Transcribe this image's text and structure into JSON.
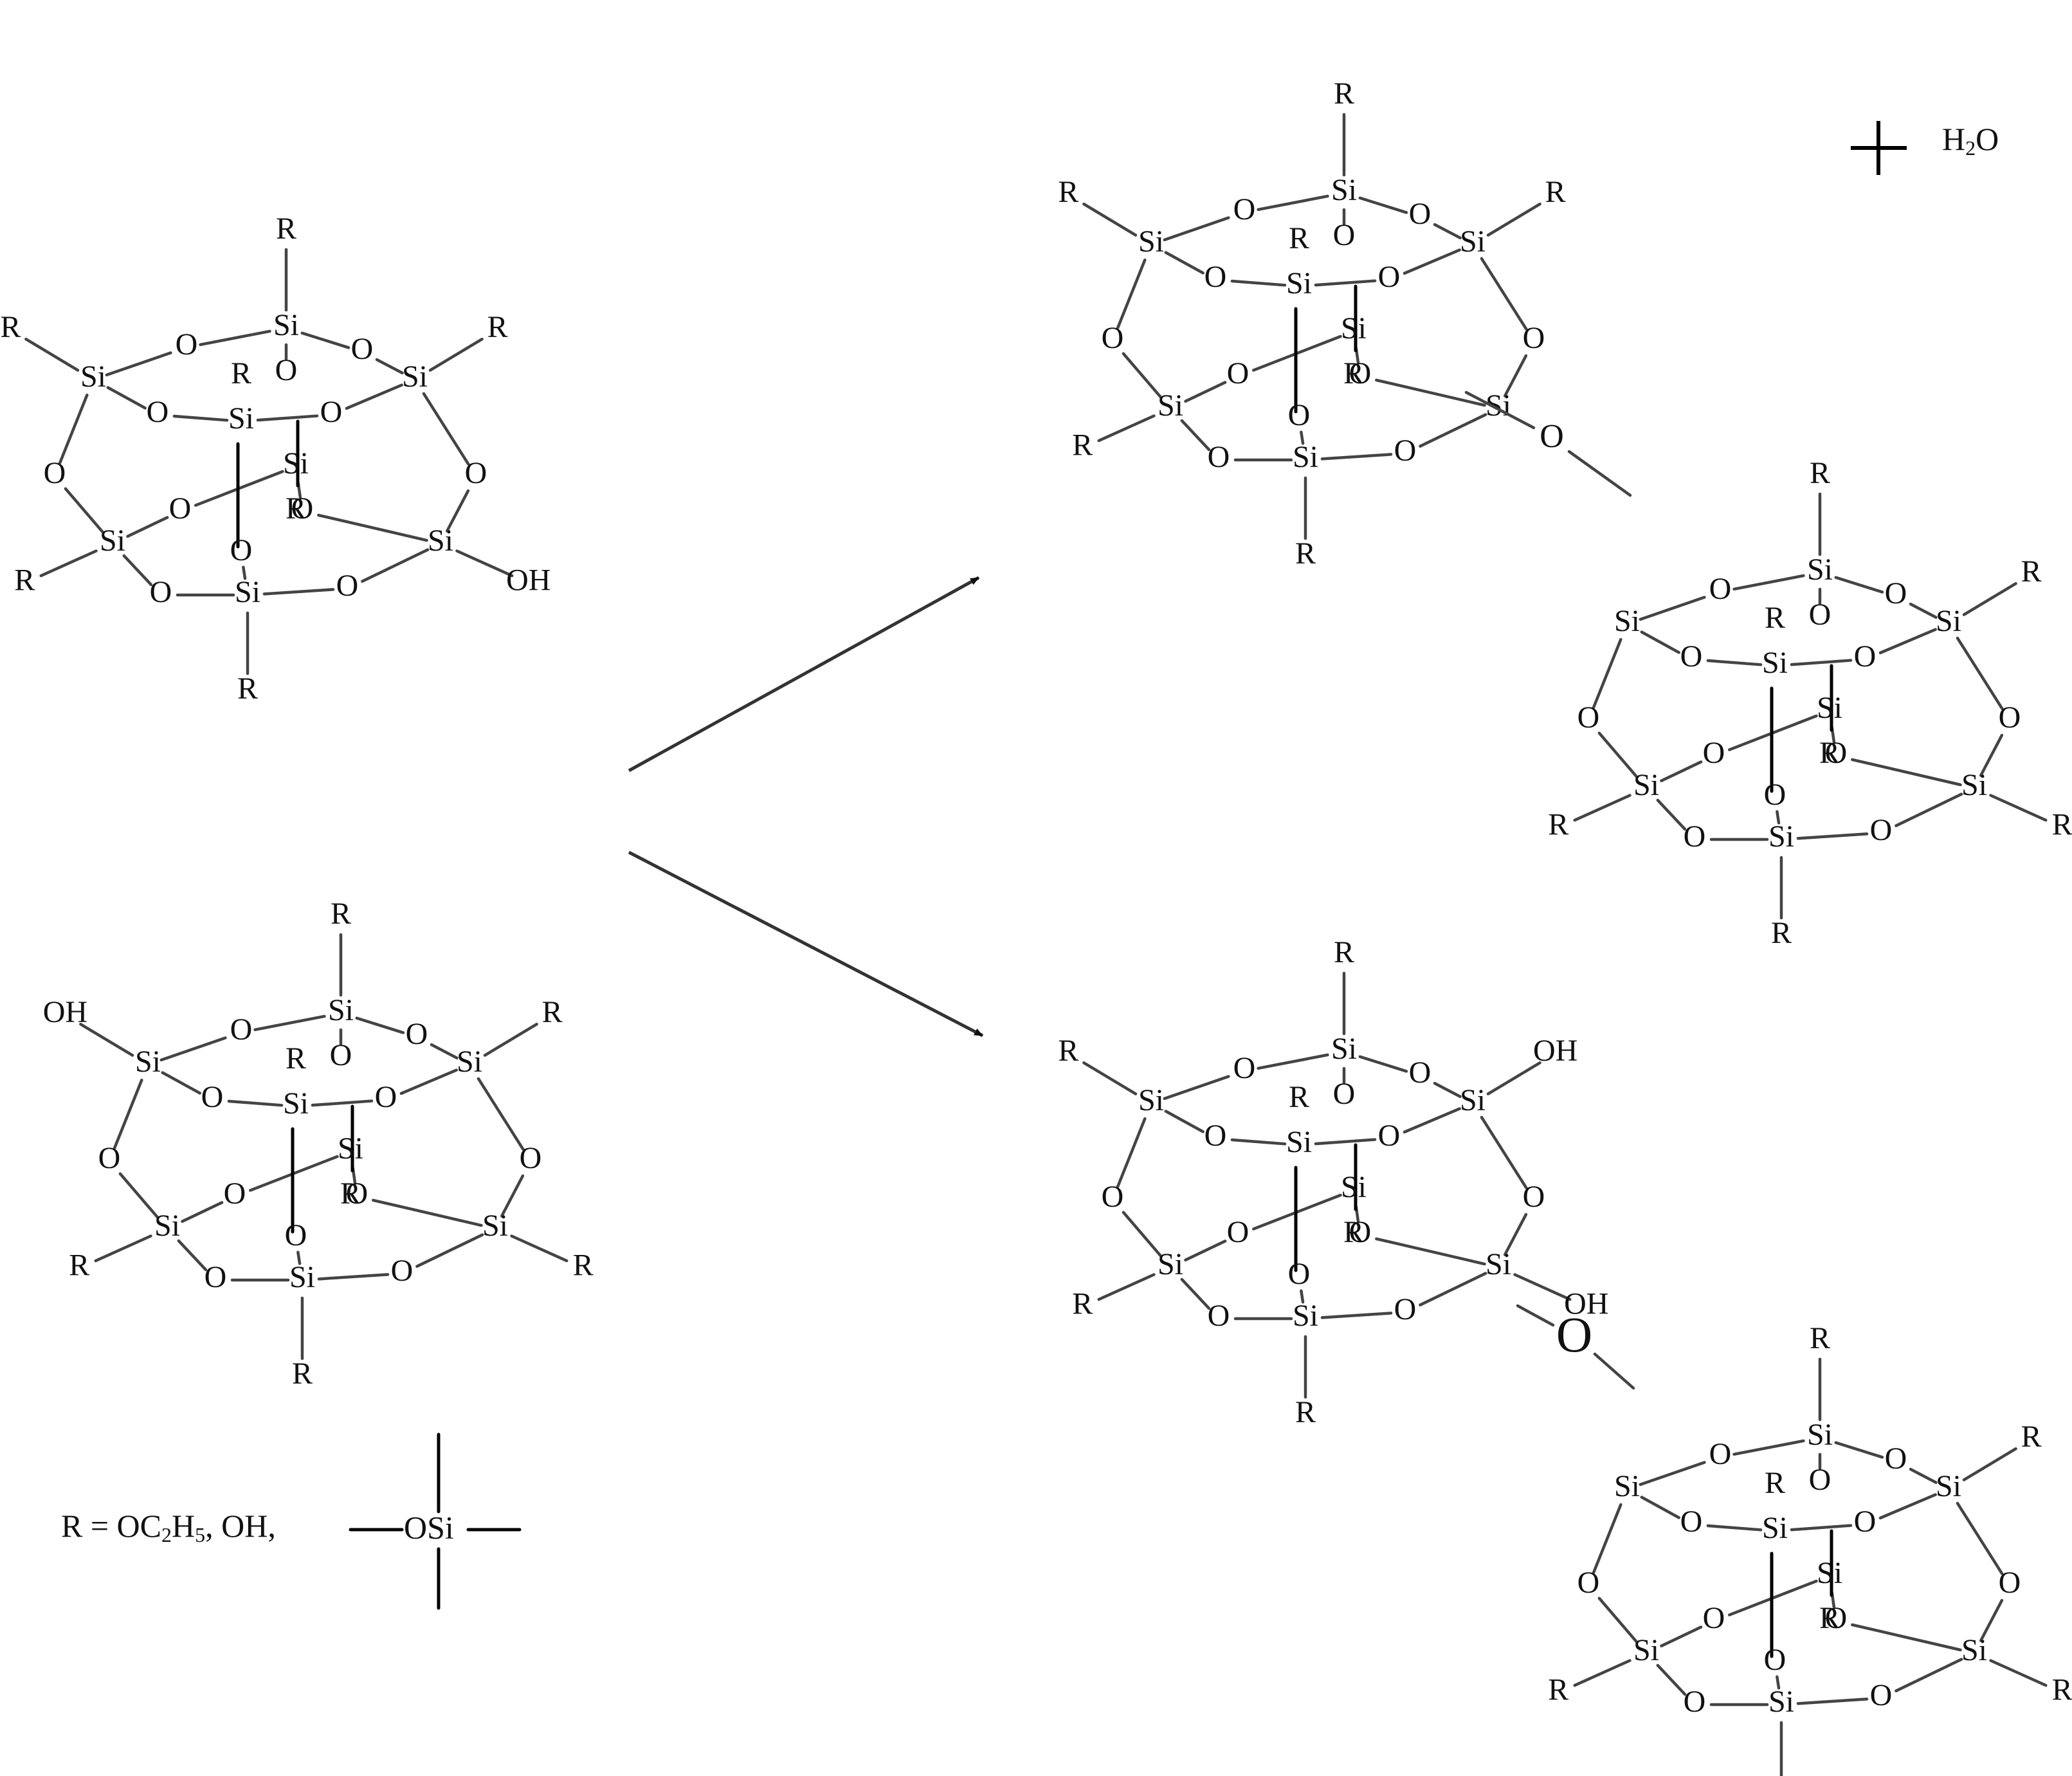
{
  "labels": {
    "silicon": "Si",
    "oxygen": "O",
    "substituent": "R",
    "hydroxyl": "OH",
    "bridge_oxygen": "O"
  },
  "byproduct": {
    "plus": "+",
    "water": "H",
    "water_sub": "2",
    "water_o": "O"
  },
  "legend": {
    "prefix": "R = OC",
    "sub1": "2",
    "mid": "H",
    "sub2": "5",
    "suffix": ", OH,",
    "group": "OSi"
  },
  "colors": {
    "background": "#ffffff",
    "text": "#111111",
    "bond": "#444444",
    "arrow": "#333333"
  }
}
